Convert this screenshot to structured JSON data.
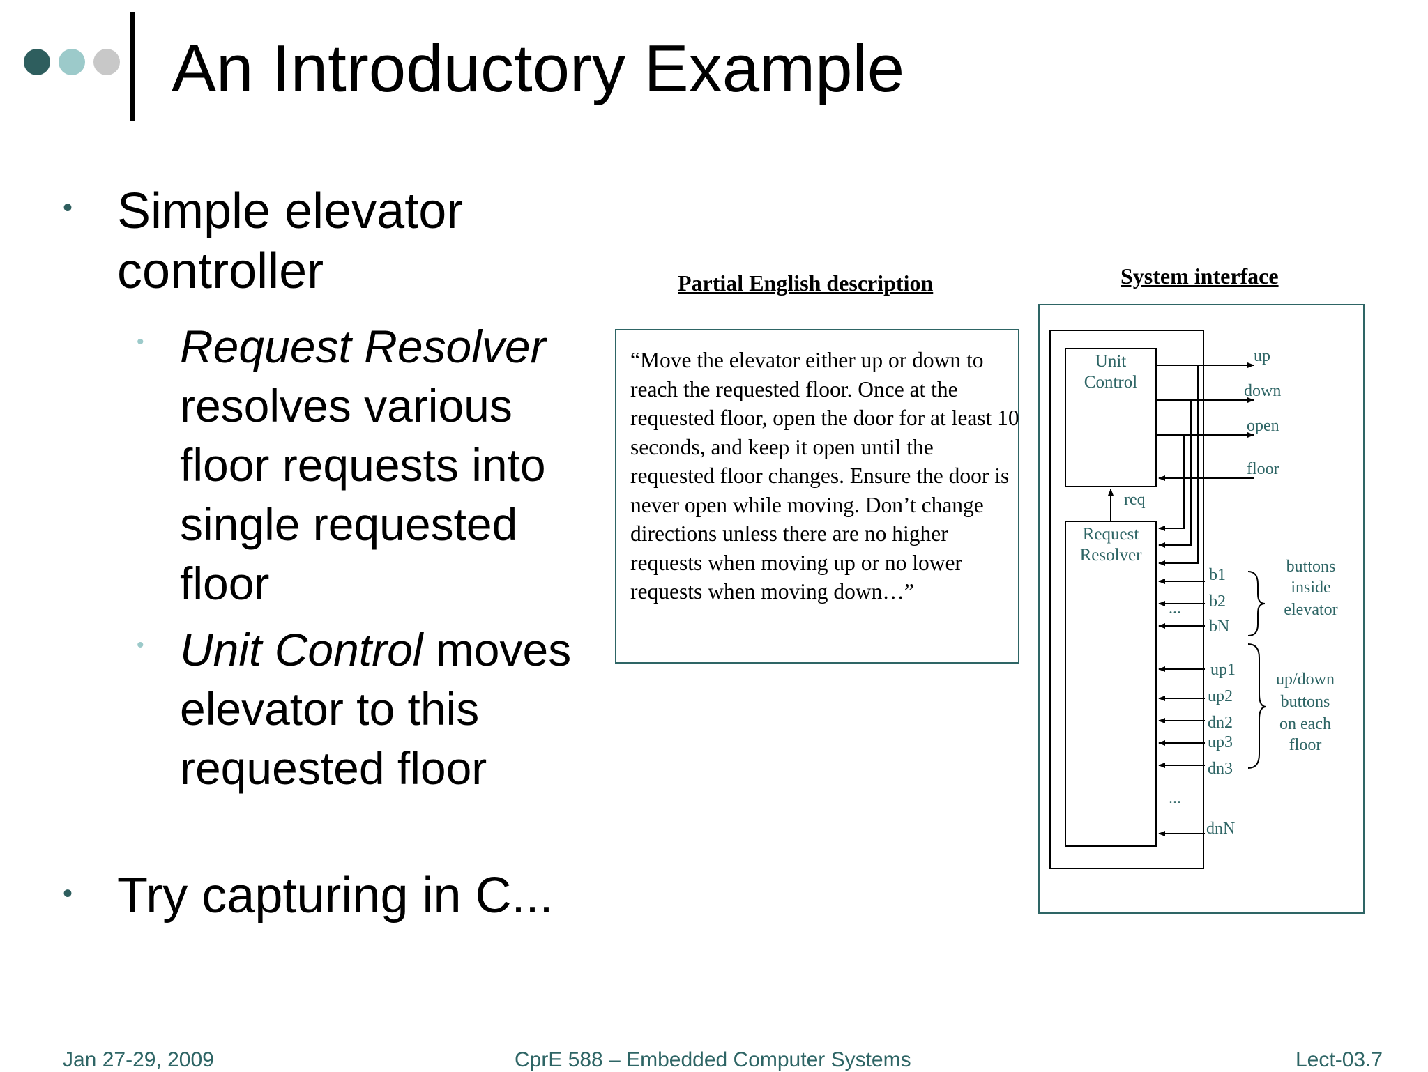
{
  "slide": {
    "title": "An Introductory Example",
    "bullets": [
      {
        "text": "Simple elevator controller",
        "sub": [
          {
            "term": "Request Resolver",
            "text": " resolves various floor requests into single requested floor"
          },
          {
            "term": "Unit Control",
            "text": " moves elevator to this requested floor"
          }
        ]
      },
      {
        "text": "Try capturing in C..."
      }
    ]
  },
  "description": {
    "heading": "Partial English description",
    "text": "“Move the elevator either up or down to reach the requested floor. Once at the requested floor, open the door for at least 10 seconds, and keep it open until the requested floor changes. Ensure the door is never open while moving. Don’t change directions unless there are no higher requests when moving up or no lower requests when moving down…”"
  },
  "system_interface": {
    "heading": "System interface",
    "unit_control": [
      "Unit",
      "Control"
    ],
    "request_resolver": [
      "Request",
      "Resolver"
    ],
    "req_label": "req",
    "outputs": [
      "up",
      "down",
      "open"
    ],
    "floor_label": "floor",
    "inside_buttons": [
      "b1",
      "b2",
      "...",
      "bN"
    ],
    "floor_buttons": [
      "up1",
      "up2",
      "dn2",
      "up3",
      "dn3",
      "...",
      "dnN"
    ],
    "inside_group": [
      "buttons",
      "inside",
      "elevator"
    ],
    "floor_group": [
      "up/down",
      "buttons",
      "on each",
      "floor"
    ]
  },
  "footer": {
    "date": "Jan 27-29, 2009",
    "course": "CprE 588 – Embedded Computer Systems",
    "slide_number": "Lect-03.7"
  },
  "colors": {
    "accent": "#2e6565",
    "dot_dark": "#2e5e5e",
    "dot_mid": "#9ccaca",
    "dot_light": "#c8c8c8"
  }
}
